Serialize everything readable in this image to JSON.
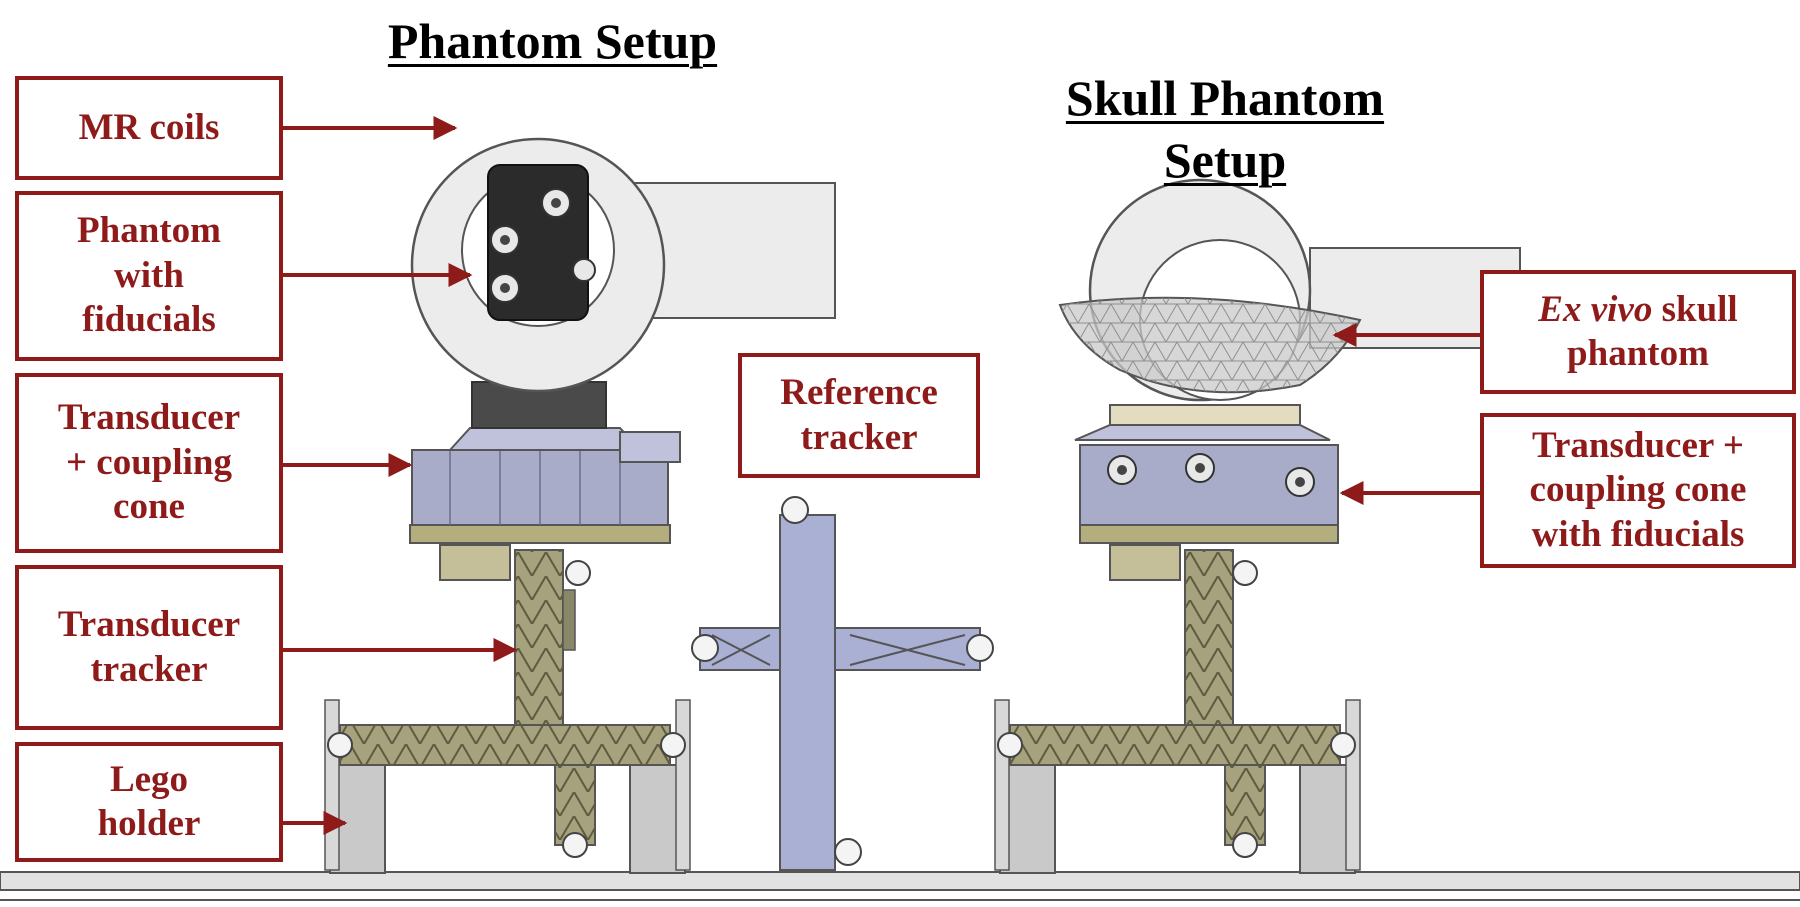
{
  "titles": {
    "left": "Phantom Setup",
    "right": "Skull Phantom\nSetup"
  },
  "labels": {
    "mr_coils": "MR coils",
    "phantom_fiducials": "Phantom\nwith\nfiducials",
    "transducer_cone": "Transducer\n+ coupling\ncone",
    "transducer_tracker": "Transducer\ntracker",
    "lego_holder": "Lego\nholder",
    "reference_tracker": "Reference\ntracker",
    "skull_italic": "Ex vivo",
    "skull_rest": " skull\nphantom",
    "transducer_fiducials": "Transducer +\ncoupling cone\nwith fiducials"
  },
  "colors": {
    "label": "#8e1a1a",
    "lego_frame": "#a6a27e",
    "transducer": "#a9acc8",
    "coil": "#ececec",
    "reference": "#aab0d4",
    "holder": "#c9c9c9"
  }
}
